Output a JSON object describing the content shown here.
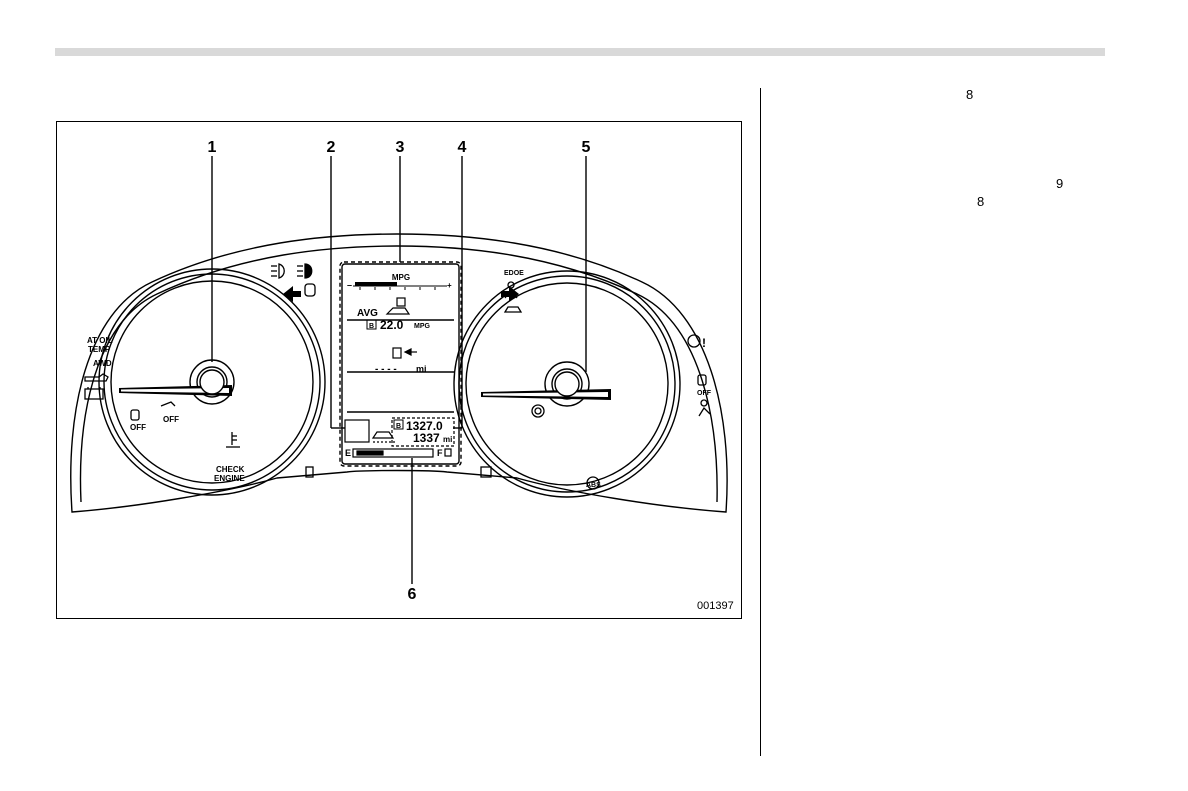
{
  "right_column": {
    "fragment_1": "8",
    "fragment_2": "9",
    "fragment_3": "8"
  },
  "figure": {
    "figure_id": "001397",
    "callouts": [
      "1",
      "2",
      "3",
      "4",
      "5",
      "6"
    ],
    "left_gauge_labels": {
      "at_oil_temp_line1": "AT OIL",
      "at_oil_temp_line2": "TEMP",
      "awd": "AWD",
      "off_a": "OFF",
      "off_b": "OFF",
      "check_line1": "CHECK",
      "check_line2": "ENGINE"
    },
    "display": {
      "mpg_bar_label": "MPG",
      "minus": "–",
      "plus": "+",
      "avg_label": "AVG",
      "b_badge": "B",
      "avg_value": "22.0",
      "avg_unit": "MPG",
      "range_dashes": "- - - -",
      "range_unit": "mi",
      "trip_value": "1327.0",
      "odo_value": "1337",
      "odo_unit": "mi",
      "fuel_e": "E",
      "fuel_f": "F"
    },
    "right_gauge_labels": {
      "edge": "EDOE",
      "off": "OFF",
      "abs": "ABS"
    }
  }
}
